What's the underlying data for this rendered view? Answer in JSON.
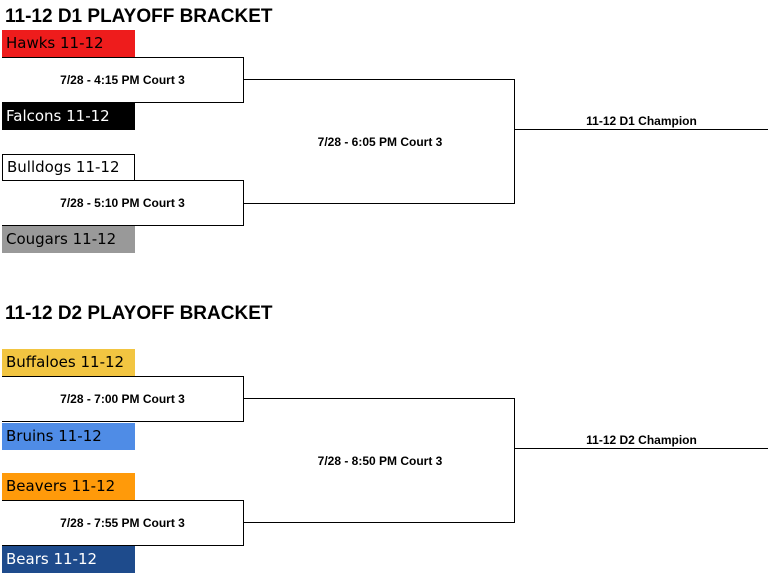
{
  "colors": {
    "hawks": "#ee1c1c",
    "falcons": "#000000",
    "bulldogs": "#ffffff",
    "cougars": "#999999",
    "buffaloes": "#f2c541",
    "bruins": "#4f8ce6",
    "beavers": "#ff9a0a",
    "bears": "#1e4b8c"
  },
  "d1": {
    "title": "11-12 D1 PLAYOFF BRACKET",
    "teams": [
      "Hawks 11-12",
      "Falcons 11-12",
      "Bulldogs 11-12",
      "Cougars 11-12"
    ],
    "games": [
      "7/28 - 4:15 PM Court 3",
      "7/28 - 5:10 PM Court 3"
    ],
    "final": "7/28 - 6:05 PM Court 3",
    "champion": "11-12 D1 Champion"
  },
  "d2": {
    "title": "11-12 D2 PLAYOFF BRACKET",
    "teams": [
      "Buffaloes 11-12",
      "Bruins 11-12",
      "Beavers 11-12",
      "Bears 11-12"
    ],
    "games": [
      "7/28 - 7:00 PM Court 3",
      "7/28 - 7:55 PM Court 3"
    ],
    "final": "7/28 - 8:50 PM Court 3",
    "champion": "11-12 D2 Champion"
  }
}
